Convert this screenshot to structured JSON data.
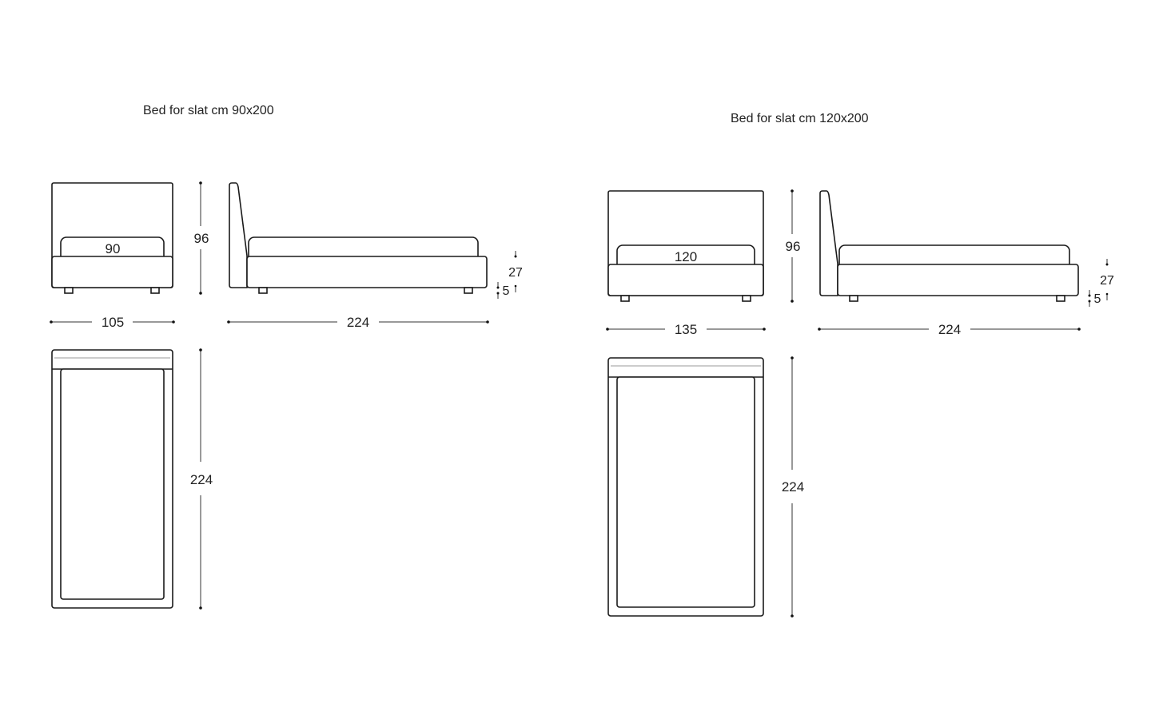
{
  "beds": [
    {
      "title": "Bed for slat cm 90x200",
      "mattress_width": "90",
      "overall_width": "105",
      "height": "96",
      "length_side": "224",
      "length_top": "224",
      "base_height": "27",
      "foot_height": "5"
    },
    {
      "title": "Bed for slat cm 120x200",
      "mattress_width": "120",
      "overall_width": "135",
      "height": "96",
      "length_side": "224",
      "length_top": "224",
      "base_height": "27",
      "foot_height": "5"
    }
  ]
}
